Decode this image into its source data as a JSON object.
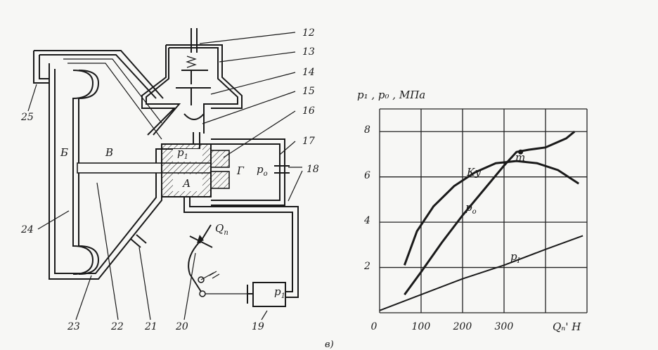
{
  "diagram": {
    "part_numbers": [
      "12",
      "13",
      "14",
      "15",
      "16",
      "17",
      "18",
      "19",
      "20",
      "21",
      "22",
      "23",
      "24",
      "25"
    ],
    "letters": {
      "b": "Б",
      "v": "В",
      "g": "Г",
      "a": "А"
    },
    "inner_labels": {
      "p1_chamber": "p",
      "p1_sub": "1",
      "p0_label": "p",
      "p0_sub": "o",
      "p1_cyl": "p",
      "p1_cyl_sub": "1"
    },
    "force_label": {
      "base": "Q",
      "sub": "п"
    }
  },
  "chart_data": {
    "type": "line",
    "ylabel": "p₁ , p₀ , МПа",
    "xlabel": "Qₙ' Н",
    "x_ticks": [
      "0",
      "100",
      "200",
      "300"
    ],
    "y_ticks": [
      "2",
      "4",
      "6",
      "8"
    ],
    "xlim": [
      0,
      500
    ],
    "ylim": [
      0,
      9
    ],
    "grid": true,
    "series": [
      {
        "name": "Ку",
        "x": [
          60,
          90,
          130,
          180,
          230,
          280,
          330,
          380,
          430,
          480
        ],
        "y": [
          2.1,
          3.6,
          4.7,
          5.6,
          6.2,
          6.6,
          6.7,
          6.6,
          6.3,
          5.7
        ]
      },
      {
        "name": "p₀",
        "x": [
          60,
          100,
          150,
          200,
          250,
          300,
          330,
          360,
          400,
          450,
          470
        ],
        "y": [
          0.8,
          1.8,
          3.1,
          4.3,
          5.4,
          6.5,
          7.1,
          7.2,
          7.3,
          7.7,
          8.0
        ]
      },
      {
        "name": "p₁",
        "x": [
          0,
          100,
          200,
          300,
          400,
          490
        ],
        "y": [
          0.1,
          0.8,
          1.5,
          2.1,
          2.8,
          3.4
        ]
      }
    ],
    "annotations": [
      {
        "text": "m",
        "x": 340,
        "y": 7.1
      }
    ],
    "curve_labels": {
      "ku": "Ку",
      "p0": "p",
      "p0_sub": "o",
      "p1": "p",
      "p1_sub": "I"
    }
  },
  "caption": "в)"
}
